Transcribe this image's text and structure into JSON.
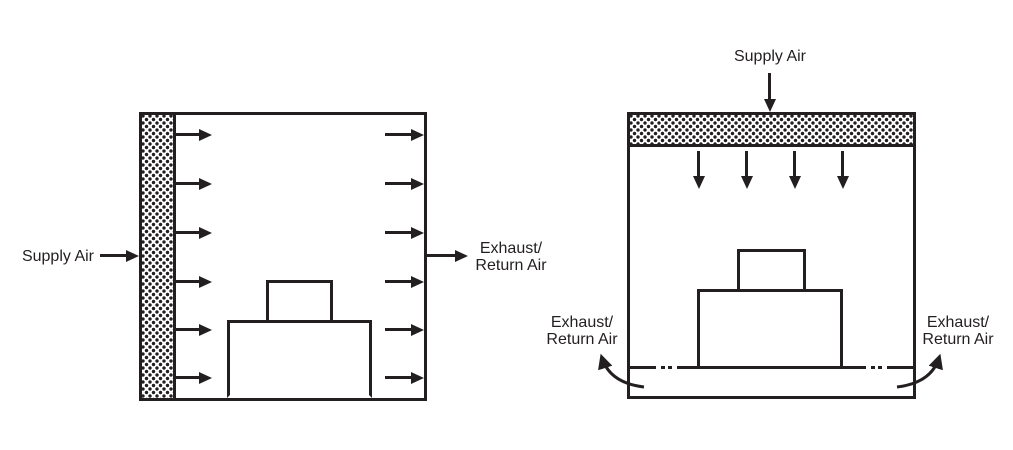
{
  "colors": {
    "ink": "#231f20",
    "paper": "#ffffff"
  },
  "left_diagram": {
    "supply_label": "Supply Air",
    "exhaust_label": {
      "line1": "Exhaust/",
      "line2": "Return Air"
    }
  },
  "right_diagram": {
    "supply_label": "Supply Air",
    "left_exhaust_label": {
      "line1": "Exhaust/",
      "line2": "Return Air"
    },
    "right_exhaust_label": {
      "line1": "Exhaust/",
      "line2": "Return Air"
    }
  }
}
